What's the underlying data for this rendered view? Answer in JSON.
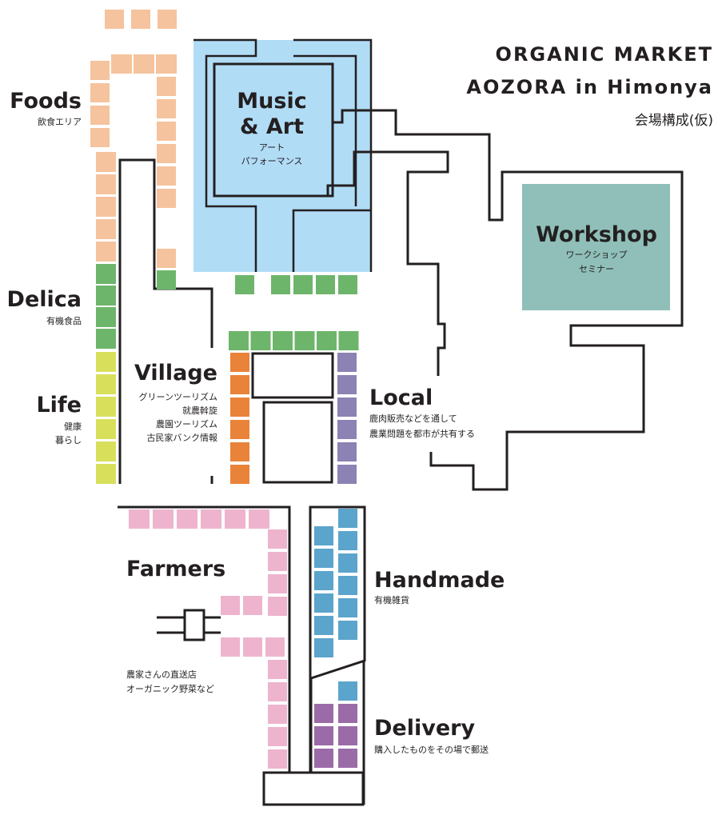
{
  "header": {
    "title_line1": "ORGANIC MARKET",
    "title_line2": "AOZORA in Himonya",
    "subtitle": "会場構成(仮)"
  },
  "zones": {
    "foods": {
      "title": "Foods",
      "sub": "飲食エリア"
    },
    "delica": {
      "title": "Delica",
      "sub": "有機食品"
    },
    "life": {
      "title": "Life",
      "sub_lines": [
        "健康",
        "暮らし"
      ]
    },
    "village": {
      "title": "Village",
      "sub_lines": [
        "グリーンツーリズム",
        "就農斡旋",
        "農園ツーリズム",
        "古民家バンク情報"
      ]
    },
    "music_art": {
      "title_lines": [
        "Music",
        "& Art"
      ],
      "sub_lines": [
        "アート",
        "パフォーマンス"
      ]
    },
    "workshop": {
      "title": "Workshop",
      "sub_lines": [
        "ワークショップ",
        "セミナー"
      ]
    },
    "local": {
      "title": "Local",
      "sub_lines": [
        "鹿肉販売などを通して",
        "農業問題を都市が共有する"
      ]
    },
    "farmers": {
      "title": "Farmers",
      "sub_lines": [
        "農家さんの直送店",
        "オーガニック野菜など"
      ]
    },
    "handmade": {
      "title": "Handmade",
      "sub": "有機雑貨"
    },
    "delivery": {
      "title": "Delivery",
      "sub": "購入したものをその場で郵送"
    }
  },
  "colors": {
    "foods": "#f5c39d",
    "delica": "#6db56a",
    "life": "#d8df5b",
    "orange": "#e9833a",
    "purple": "#8c82b4",
    "pink": "#eeb4cd",
    "blue": "#5ba4cc",
    "violet": "#9b6ba7",
    "music_bg": "#b1dcf6",
    "workshop_bg": "#8fbfb8",
    "line": "#231f20"
  }
}
